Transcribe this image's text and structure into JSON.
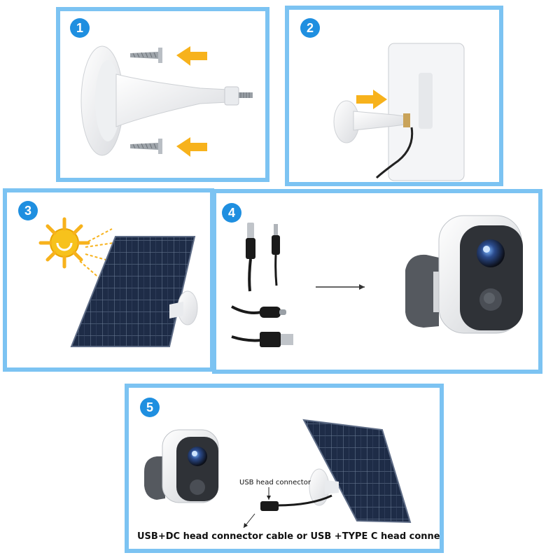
{
  "steps": [
    {
      "number": "1"
    },
    {
      "number": "2"
    },
    {
      "number": "3"
    },
    {
      "number": "4"
    },
    {
      "number": "5"
    }
  ],
  "step5": {
    "usb_connector_label": "USB head connector",
    "cable_caption": "USB+DC head connector cable or USB +TYPE C head connetor cable"
  },
  "colors": {
    "panel_border": "#7cc3f2",
    "badge": "#1f8fe0",
    "arrow": "#f7b21c",
    "solar_cell": "#1c2a44"
  },
  "icons": [
    "screw-icon",
    "arrow-icon",
    "sun-icon",
    "solar-panel-icon",
    "camera-icon",
    "mount-bracket-icon",
    "usb-cable-icon",
    "dc-plug-icon",
    "type-c-cable-icon"
  ]
}
